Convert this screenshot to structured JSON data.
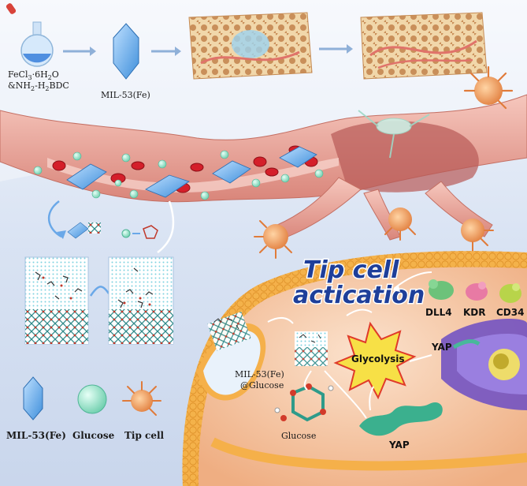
{
  "reagents": {
    "line1": "FeCl",
    "sub1": "3",
    "mid1": "·6H",
    "sub2": "2",
    "end1": "O",
    "line2_a": "&NH",
    "line2_sub1": "2",
    "line2_b": "-H",
    "line2_sub2": "2",
    "line2_c": "BDC"
  },
  "mof_label": "MIL-53(Fe)",
  "title": {
    "line1": "Tip cell",
    "line2": "actication"
  },
  "proteins": {
    "dll4": "DLL4",
    "kdr": "KDR",
    "cd34": "CD34"
  },
  "glycolysis": "Glycolysis",
  "yap_right": "YAP",
  "yap_bottom": "YAP",
  "complex_label": {
    "line1": "MIL-53(Fe)",
    "line2": "@Glucose"
  },
  "glucose_label": "Glucose",
  "legend": {
    "mof": "MIL-53(Fe)",
    "glucose": "Glucose",
    "tip": "Tip cell"
  },
  "colors": {
    "title": "#1e3f9a",
    "mof": "#5aa6e6",
    "glucose": "#8fe0c6",
    "tip_cell": "#f0a060",
    "vessel": "#f2b2a6",
    "membrane": "#f2b24e",
    "cytoplasm": "#f6c6a4",
    "glycolysis_star": "#f7e046"
  }
}
